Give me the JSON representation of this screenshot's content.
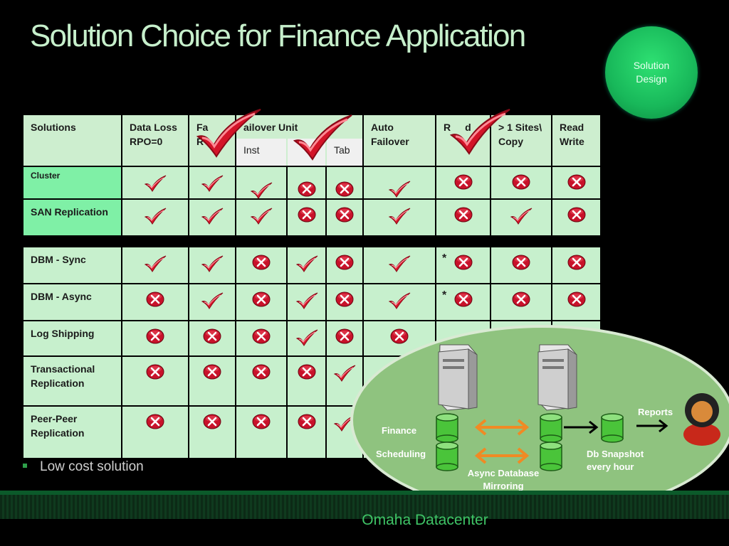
{
  "title": "Solution Choice for Finance Application",
  "badge": {
    "line1": "Solution",
    "line2": "Design"
  },
  "table": {
    "headers": {
      "solutions": "Solutions",
      "data_loss": "Data Loss RPO=0",
      "fast": "Fa",
      "fast2": "R",
      "failover_unit": "ailover Unit",
      "inst": "Inst",
      "tab": "Tab",
      "auto_failover": "Auto Failover",
      "read": "R",
      "read2": "d",
      "sites": "> 1 Sites\\ Copy",
      "read_write": "Read Write"
    },
    "rows": [
      {
        "name": "Cluster",
        "marks": [
          "check",
          "check",
          "check",
          "cross",
          "cross",
          "check",
          "cross",
          "cross",
          "cross"
        ],
        "asterisk": false
      },
      {
        "name": "SAN Replication",
        "marks": [
          "check",
          "check",
          "check",
          "cross",
          "cross",
          "check",
          "cross",
          "check",
          "cross"
        ],
        "asterisk": false
      },
      {
        "name": "DBM - Sync",
        "marks": [
          "check",
          "check",
          "cross",
          "check",
          "cross",
          "check",
          "cross",
          "cross",
          "cross"
        ],
        "asterisk": true
      },
      {
        "name": "DBM - Async",
        "marks": [
          "cross",
          "check",
          "cross",
          "check",
          "cross",
          "check",
          "cross",
          "cross",
          "cross"
        ],
        "asterisk": true
      },
      {
        "name": "Log Shipping",
        "marks": [
          "cross",
          "cross",
          "cross",
          "check",
          "cross",
          "cross",
          "",
          "",
          ""
        ],
        "asterisk": false
      },
      {
        "name": "Transactional Replication",
        "marks": [
          "cross",
          "cross",
          "cross",
          "cross",
          "check",
          "",
          "",
          "",
          ""
        ],
        "asterisk": false
      },
      {
        "name": "Peer-Peer Replication",
        "marks": [
          "cross",
          "cross",
          "cross",
          "cross",
          "check",
          "",
          "",
          "",
          ""
        ],
        "asterisk": false
      }
    ],
    "asterisk_symbol": "*"
  },
  "bullet": "Low cost solution",
  "diagram": {
    "finance": "Finance",
    "scheduling": "Scheduling",
    "async_mirroring_1": "Async Database",
    "async_mirroring_2": "Mirroring",
    "snapshot_1": "Db Snapshot",
    "snapshot_2": "every hour",
    "reports": "Reports"
  },
  "footer": "Omaha Datacenter",
  "colors": {
    "title": "#c6efcb",
    "header_cell": "#cdeecf",
    "highlight_cell": "#7ff0a6",
    "check": "#d8182b",
    "cross": "#c8122a",
    "oval": "#8fc37f"
  }
}
